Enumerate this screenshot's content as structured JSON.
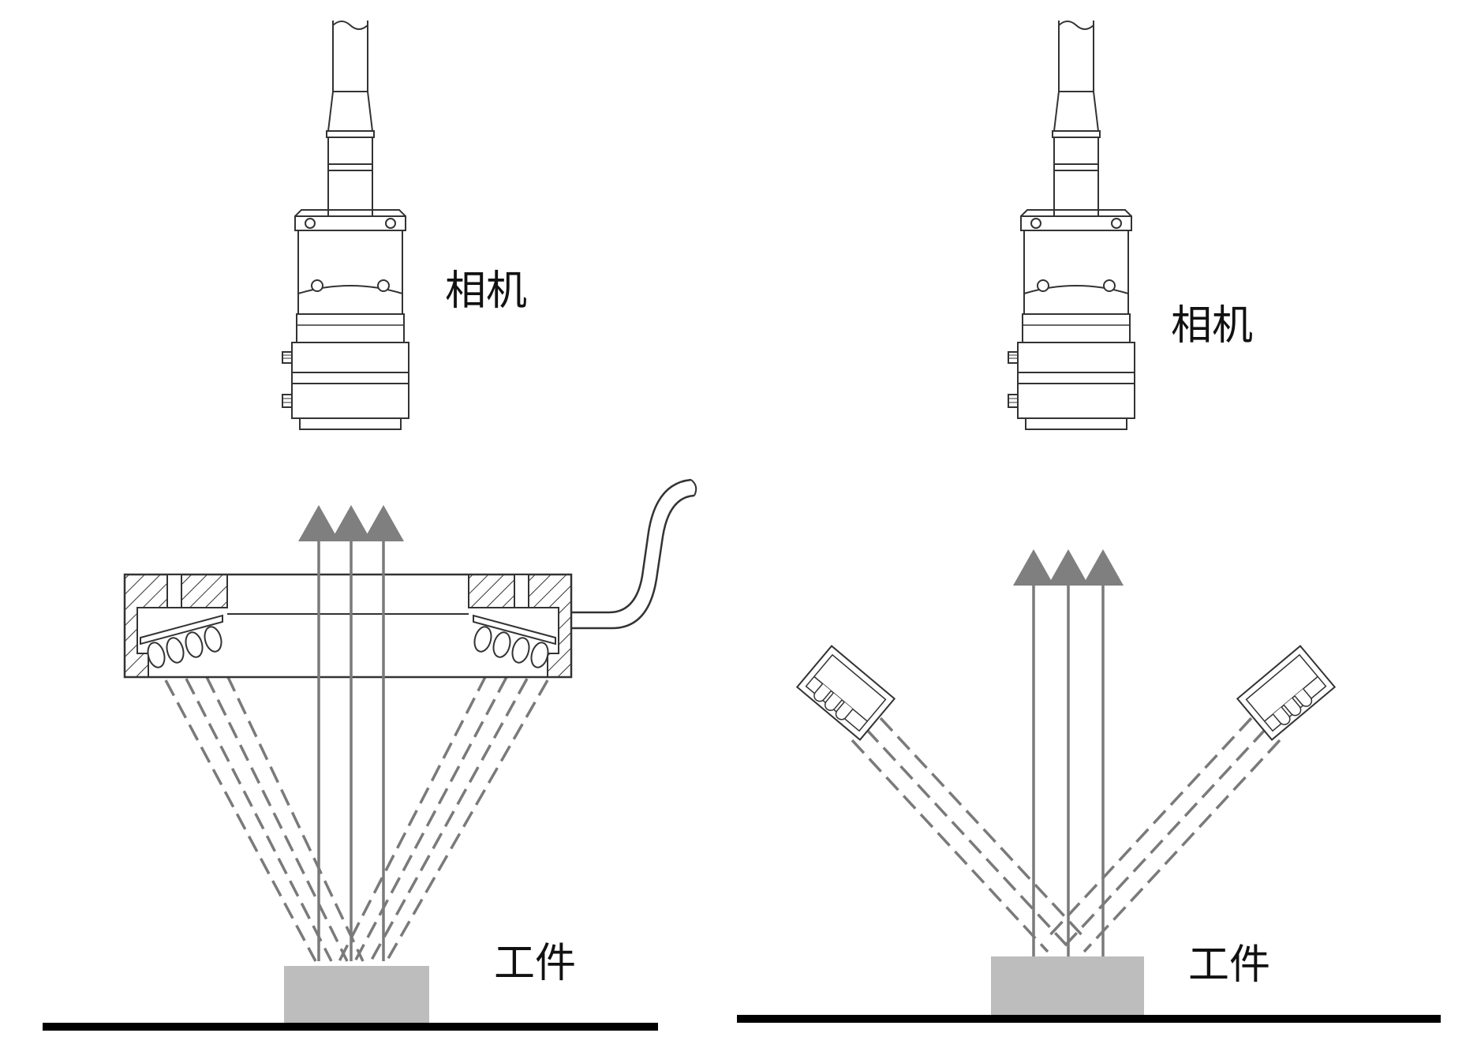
{
  "labels": {
    "camera_left": "相机",
    "camera_right": "相机",
    "workpiece_left": "工件",
    "workpiece_right": "工件"
  },
  "colors": {
    "line": "#333333",
    "light_ray": "#7a7a7a",
    "workpiece": "#bdbdbd",
    "arrow": "#7f7f7f",
    "ground": "#000000"
  },
  "icons": [
    "camera-icon",
    "ring-light-icon",
    "bar-light-icon",
    "led-icon",
    "arrow-up-icon"
  ]
}
